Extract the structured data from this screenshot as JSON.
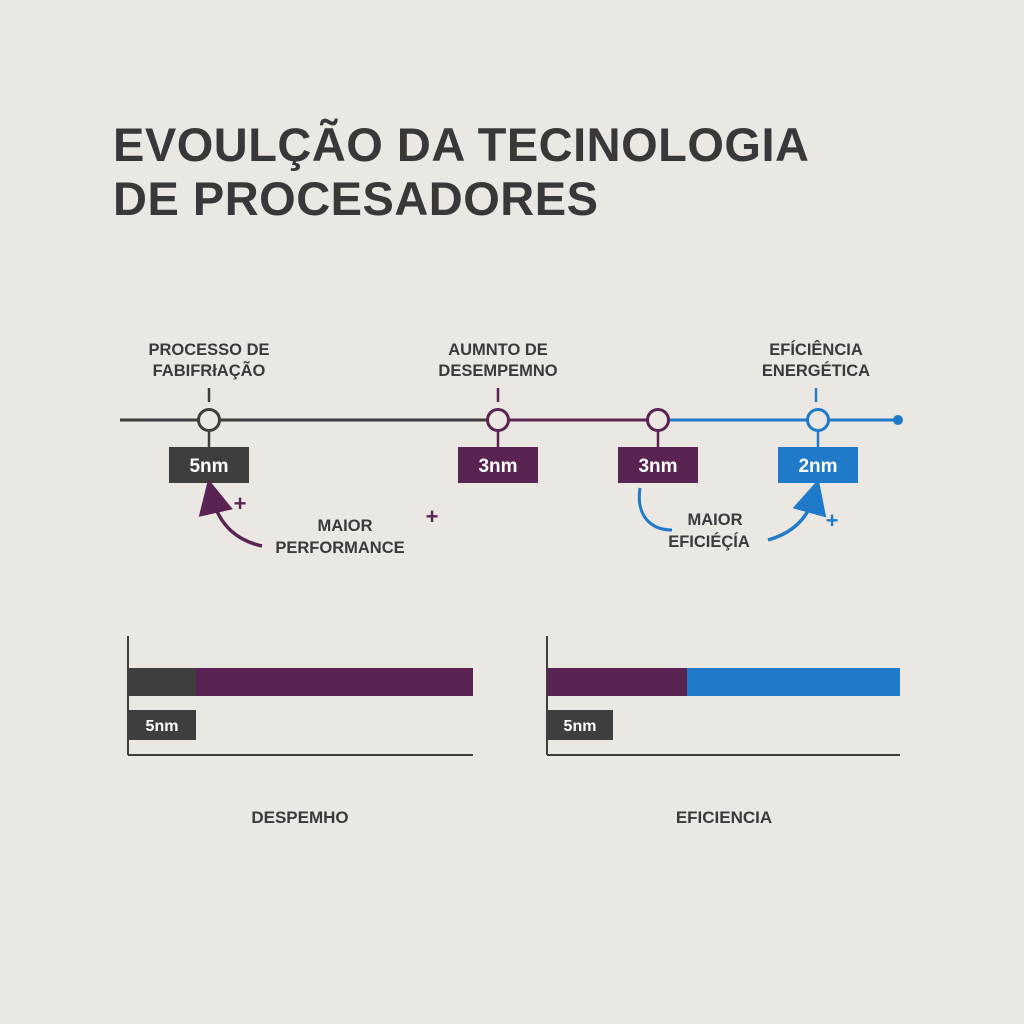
{
  "title": {
    "line1": "EVOULÇÃO DA TECINOLOGIA",
    "line2": "DE PROCESADORES"
  },
  "colors": {
    "dark": "#3e3e3e",
    "purple": "#5a2352",
    "blue": "#1f7ac9",
    "background": "#ebe8e3"
  },
  "timeline": {
    "labels": [
      {
        "line1": "PROCESSO DE",
        "line2": "FABIFRłAÇÃO"
      },
      {
        "line1": "AUMNTO DE",
        "line2": "DESEMPEMNO"
      },
      {
        "line1": "EFÍCIÊNCIA",
        "line2": "ENERGÉTICA"
      }
    ],
    "nodes": [
      {
        "tag": "5nm",
        "color": "dark"
      },
      {
        "tag": "3nm",
        "color": "purple"
      },
      {
        "tag": "3nm",
        "color": "purple"
      },
      {
        "tag": "2nm",
        "color": "blue"
      }
    ]
  },
  "annotations": {
    "left": {
      "line1": "MAIOR",
      "line2": "PERFORMANCE",
      "plus_a": "+",
      "plus_b": "+"
    },
    "right": {
      "line1": "MAIOR",
      "line2": "EFICIÉÇÍA",
      "plus": "+"
    }
  },
  "bars": {
    "left": {
      "tag": "5nm",
      "caption": "DESPEMHO"
    },
    "right": {
      "tag": "5nm",
      "caption": "EFICIENCIA"
    }
  }
}
